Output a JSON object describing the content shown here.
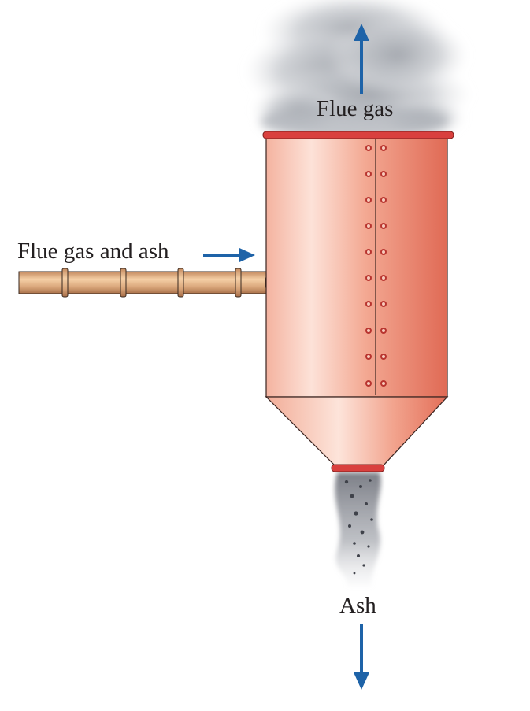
{
  "labels": {
    "outlet": "Flue gas",
    "inlet": "Flue gas and ash",
    "bottom": "Ash"
  },
  "colors": {
    "vessel_light": "#fbd4c6",
    "vessel_mid": "#f0a48d",
    "vessel_dark": "#e06a55",
    "rim": "#d9403e",
    "rivet": "#b8342f",
    "pipe": "#d9a67a",
    "arrow": "#1e63a8",
    "smoke": "#b9bcc2",
    "ash": "#4a4c55"
  },
  "icons": {
    "outlet_arrow": "arrow-up-icon",
    "inlet_arrow": "arrow-right-icon",
    "ash_arrow": "arrow-down-icon"
  }
}
